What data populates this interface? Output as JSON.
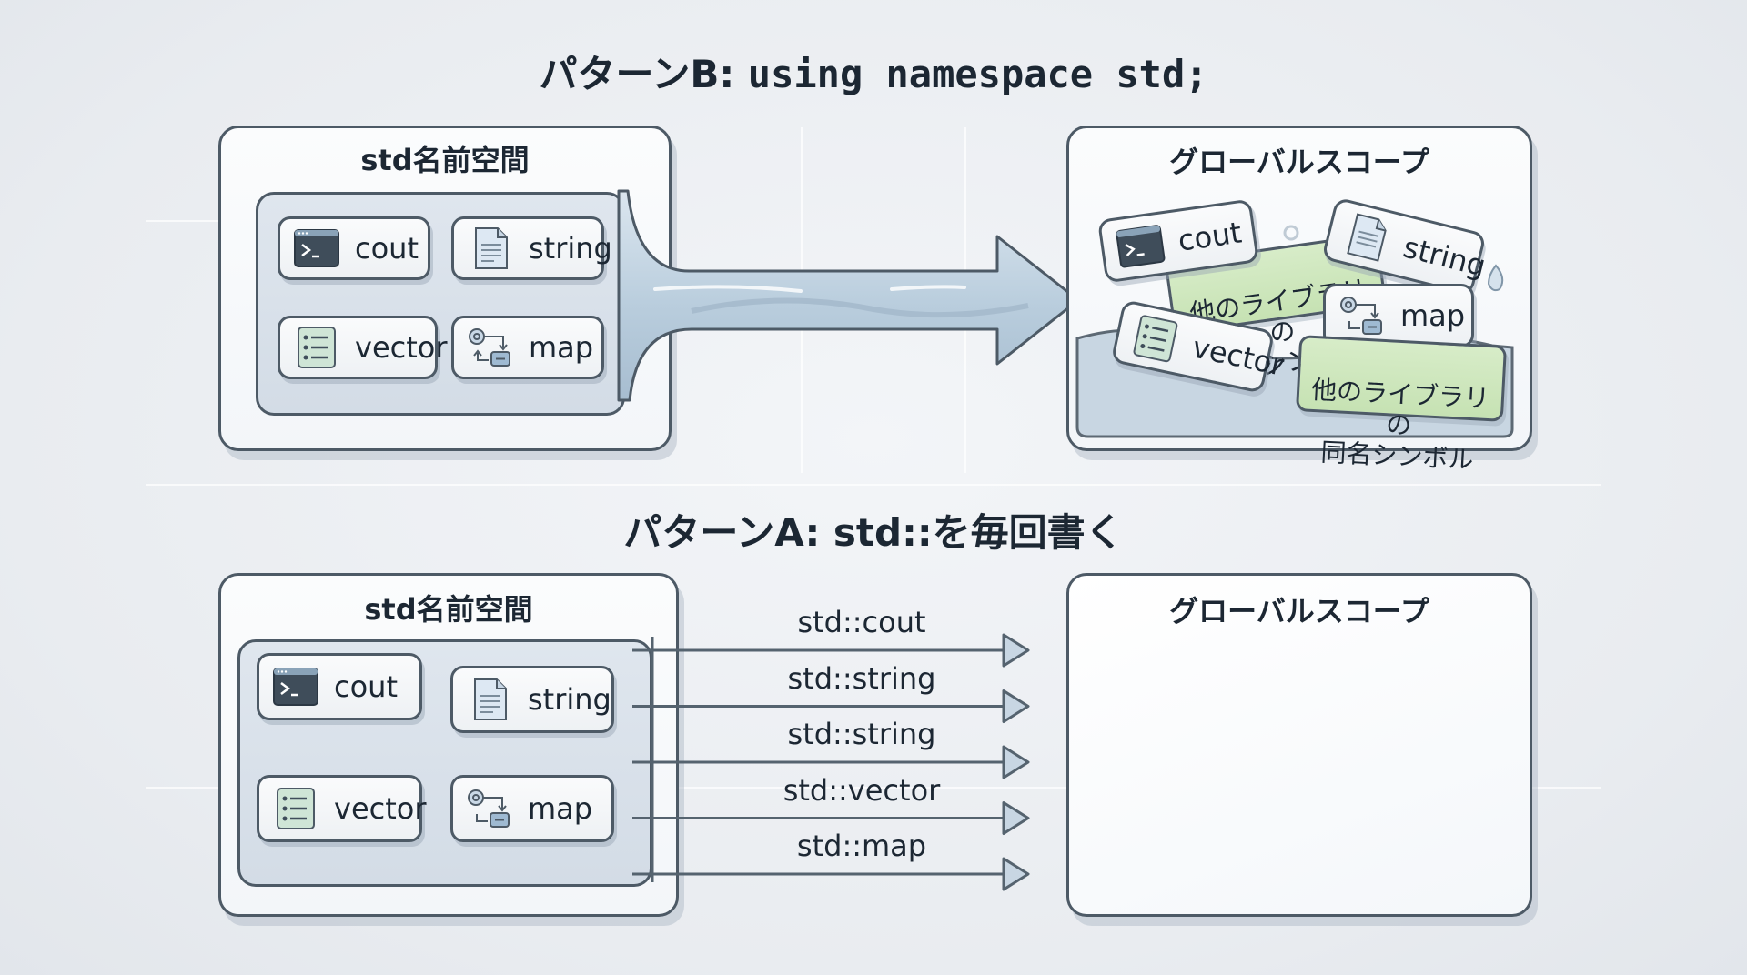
{
  "pattern_b": {
    "title_prefix": "パターンB: ",
    "title_code": "using namespace std;",
    "namespace_panel": {
      "title": "std名前空間",
      "items": [
        {
          "label": "cout",
          "icon": "terminal-icon"
        },
        {
          "label": "string",
          "icon": "document-icon"
        },
        {
          "label": "vector",
          "icon": "list-icon"
        },
        {
          "label": "map",
          "icon": "map-flow-icon"
        }
      ]
    },
    "global_panel": {
      "title": "グローバルスコープ",
      "items": [
        {
          "label": "cout",
          "icon": "terminal-icon"
        },
        {
          "label": "string",
          "icon": "document-icon"
        },
        {
          "label": "map",
          "icon": "map-flow-icon"
        },
        {
          "label": "vector",
          "icon": "list-icon"
        }
      ],
      "conflicts": [
        {
          "label": "他のライブラリの\n同名シンボル"
        },
        {
          "label": "他のライブラリの\n同名シンボル"
        }
      ]
    }
  },
  "pattern_a": {
    "title": "パターンA: std::を毎回書く",
    "namespace_panel": {
      "title": "std名前空間",
      "items": [
        {
          "label": "cout",
          "icon": "terminal-icon"
        },
        {
          "label": "string",
          "icon": "document-icon"
        },
        {
          "label": "vector",
          "icon": "list-icon"
        },
        {
          "label": "map",
          "icon": "map-flow-icon"
        }
      ]
    },
    "arrows": [
      {
        "label": "std::cout"
      },
      {
        "label": "std::string"
      },
      {
        "label": "std::string"
      },
      {
        "label": "std::vector"
      },
      {
        "label": "std::map"
      }
    ],
    "global_panel": {
      "title": "グローバルスコープ"
    }
  },
  "colors": {
    "outline": "#4d5a66",
    "flow": "#b7c9d9",
    "conflict_green": "#c6e2b3",
    "text": "#1c2733"
  }
}
